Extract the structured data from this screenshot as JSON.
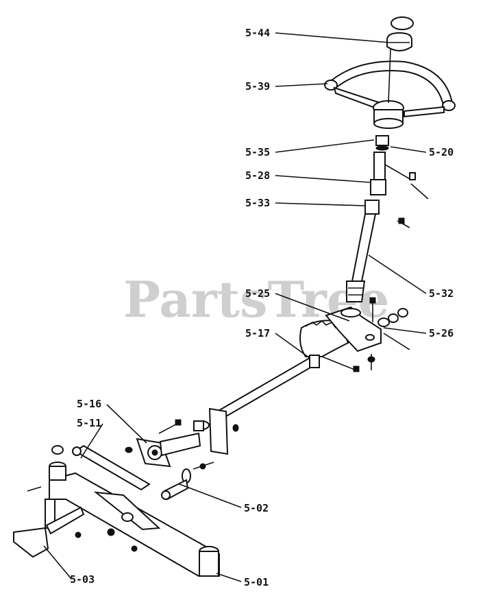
{
  "watermark": "PartsTree",
  "callouts": {
    "c5_44": "5-44",
    "c5_39": "5-39",
    "c5_35": "5-35",
    "c5_20": "5-20",
    "c5_28": "5-28",
    "c5_33": "5-33",
    "c5_32": "5-32",
    "c5_25": "5-25",
    "c5_26": "5-26",
    "c5_17": "5-17",
    "c5_16": "5-16",
    "c5_11": "5-11",
    "c5_02": "5-02",
    "c5_03": "5-03",
    "c5_01": "5-01"
  },
  "colors": {
    "line": "#111111",
    "watermark": "#cfcfcf",
    "background": "#ffffff"
  }
}
